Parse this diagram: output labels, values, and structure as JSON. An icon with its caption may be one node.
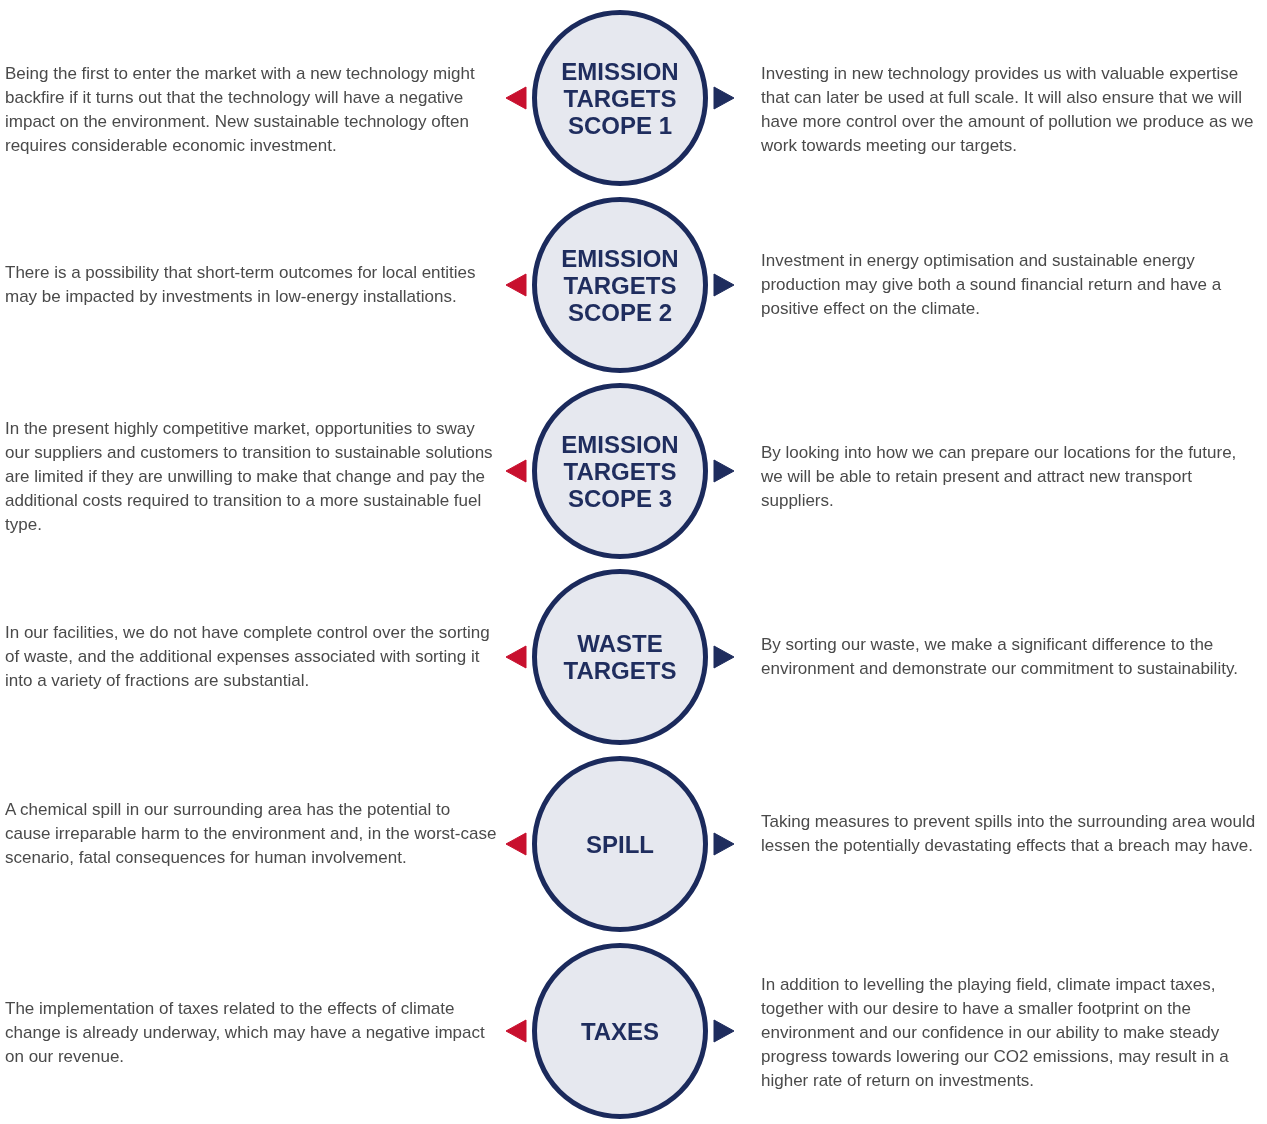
{
  "diagram": {
    "nodes": [
      {
        "text": [
          "Being the first to enter the market with a new technology might backfire if it turns out that the technology will have a negative impact on the environment. New sustainable technology often requires considerable economic investment."
        ]
      },
      {
        "text": [
          "EMISSION TARGETS SCOPE 1"
        ]
      },
      {
        "text": [
          "Investing in new technology provides us with valuable expertise that can later be used at full scale. It will also ensure that we will have more control over the amount of pollution we produce as we work towards meeting our targets."
        ]
      },
      {
        "text": [
          "There is a possibility that short-term outcomes for local entities may be impacted by investments in low-energy installations."
        ]
      },
      {
        "text": [
          "EMISSION TARGETS SCOPE 2"
        ]
      },
      {
        "text": [
          "Investment in energy optimisation and sustainable energy production may give both a sound financial return and have a positive effect on the climate."
        ]
      },
      {
        "text": [
          "In the present highly competitive market, opportunities to sway our suppliers and customers to transition to sustainable solutions are limited if they are unwilling to make that change and pay the additional costs required to transition to a more sustainable fuel type."
        ]
      },
      {
        "text": [
          "EMISSION TARGETS SCOPE 3"
        ]
      },
      {
        "text": [
          "By looking into how we can prepare our locations for the future, we will be able to retain present and attract new transport suppliers."
        ]
      },
      {
        "text": [
          "In our facilities, we do not have complete control over the sorting of waste, and the additional expenses associated with sorting it into a variety of fractions are substantial."
        ]
      },
      {
        "text": [
          "WASTE TARGETS"
        ]
      },
      {
        "text": [
          "By sorting our waste, we make a significant difference to the environment and demonstrate our commitment to sustainability."
        ]
      },
      {
        "text": [
          "A chemical spill in our surrounding area has the potential to cause irreparable harm to the environment and, in the worst-case scenario, fatal consequences for human involvement."
        ]
      },
      {
        "text": [
          "SPILL"
        ]
      },
      {
        "text": [
          "Taking measures to prevent spills into the surrounding area would lessen the potentially devastating effects that a breach may have."
        ]
      },
      {
        "text": [
          "The implementation of taxes related to the effects of climate change is already underway, which may have a negative impact on our revenue."
        ]
      },
      {
        "text": [
          "TAXES"
        ]
      },
      {
        "text": [
          "In addition to levelling the playing field, climate impact taxes, together with our desire to have a smaller footprint on the environment and our confidence in our ability to make steady progress towards lowering our CO2 emissions, may result in a higher rate of return on investments."
        ]
      }
    ],
    "edges": [
      {
        "from": 1,
        "to": 0,
        "arrow": "to",
        "color": "#c8102e"
      },
      {
        "from": 1,
        "to": 2,
        "arrow": "to",
        "color": "#1f2d5e"
      },
      {
        "from": 4,
        "to": 3,
        "arrow": "to",
        "color": "#c8102e"
      },
      {
        "from": 4,
        "to": 5,
        "arrow": "to",
        "color": "#1f2d5e"
      },
      {
        "from": 7,
        "to": 6,
        "arrow": "to",
        "color": "#c8102e"
      },
      {
        "from": 7,
        "to": 8,
        "arrow": "to",
        "color": "#1f2d5e"
      },
      {
        "from": 10,
        "to": 9,
        "arrow": "to",
        "color": "#c8102e"
      },
      {
        "from": 10,
        "to": 11,
        "arrow": "to",
        "color": "#1f2d5e"
      },
      {
        "from": 13,
        "to": 12,
        "arrow": "to",
        "color": "#c8102e"
      },
      {
        "from": 13,
        "to": 14,
        "arrow": "to",
        "color": "#1f2d5e"
      },
      {
        "from": 16,
        "to": 15,
        "arrow": "to",
        "color": "#c8102e"
      },
      {
        "from": 16,
        "to": 17,
        "arrow": "to",
        "color": "#1f2d5e"
      }
    ]
  }
}
